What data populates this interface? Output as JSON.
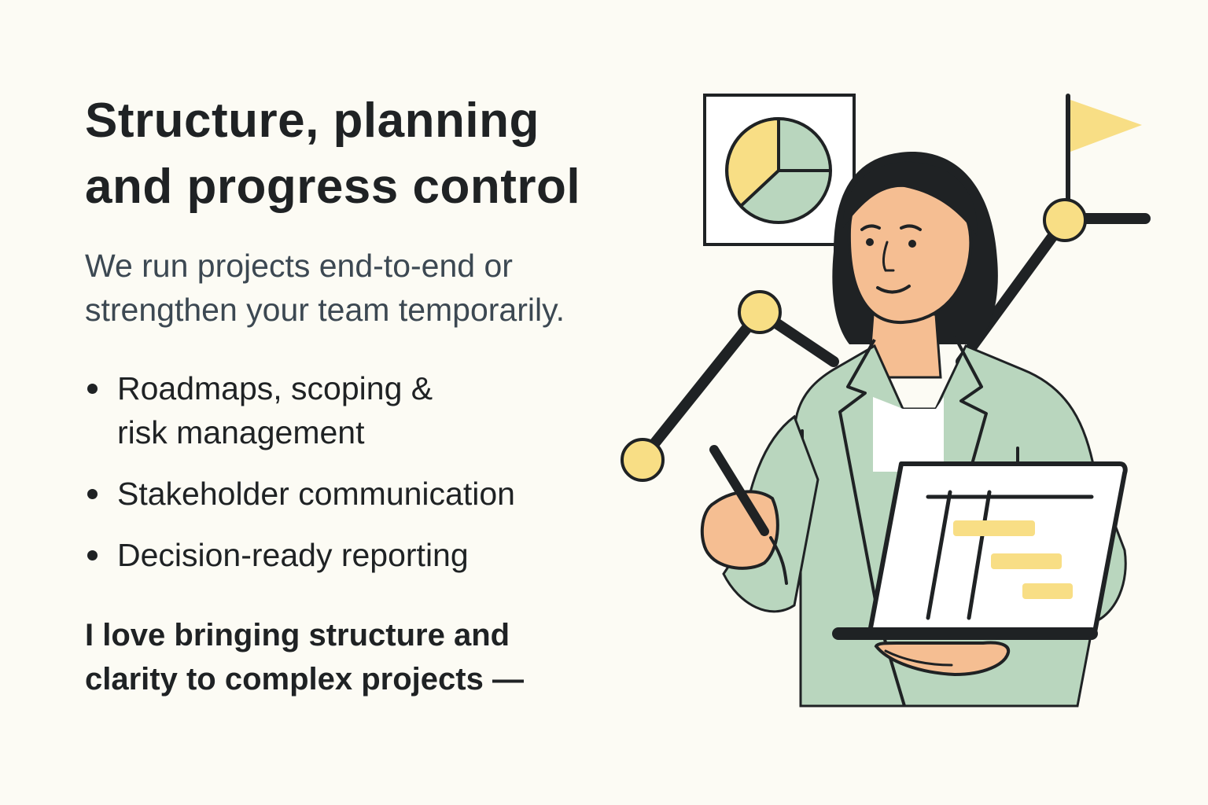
{
  "colors": {
    "background": "#FCFBF4",
    "ink": "#1F2224",
    "subtitle_ink": "#3C4852",
    "yellow": "#F8DE85",
    "mint": "#B9D6BE",
    "skin": "#F5BE92",
    "white": "#FFFFFF"
  },
  "content": {
    "title_lines": [
      "Structure, planning",
      "and progress control"
    ],
    "subtitle_lines": [
      "We run projects end-to-end or",
      "strengthen your team temporarily."
    ],
    "bullets": [
      {
        "lines": [
          "Roadmaps, scoping &",
          "risk management"
        ]
      },
      {
        "lines": [
          "Stakeholder communication"
        ]
      },
      {
        "lines": [
          "Decision-ready reporting"
        ]
      }
    ],
    "tagline_lines": [
      "I love bringing structure and",
      "clarity to complex projects —"
    ]
  },
  "illustration": {
    "icons": [
      "pie-chart-frame-icon",
      "flag-icon",
      "progress-line-chart-icon",
      "laptop-gantt-icon",
      "pen-icon"
    ]
  }
}
